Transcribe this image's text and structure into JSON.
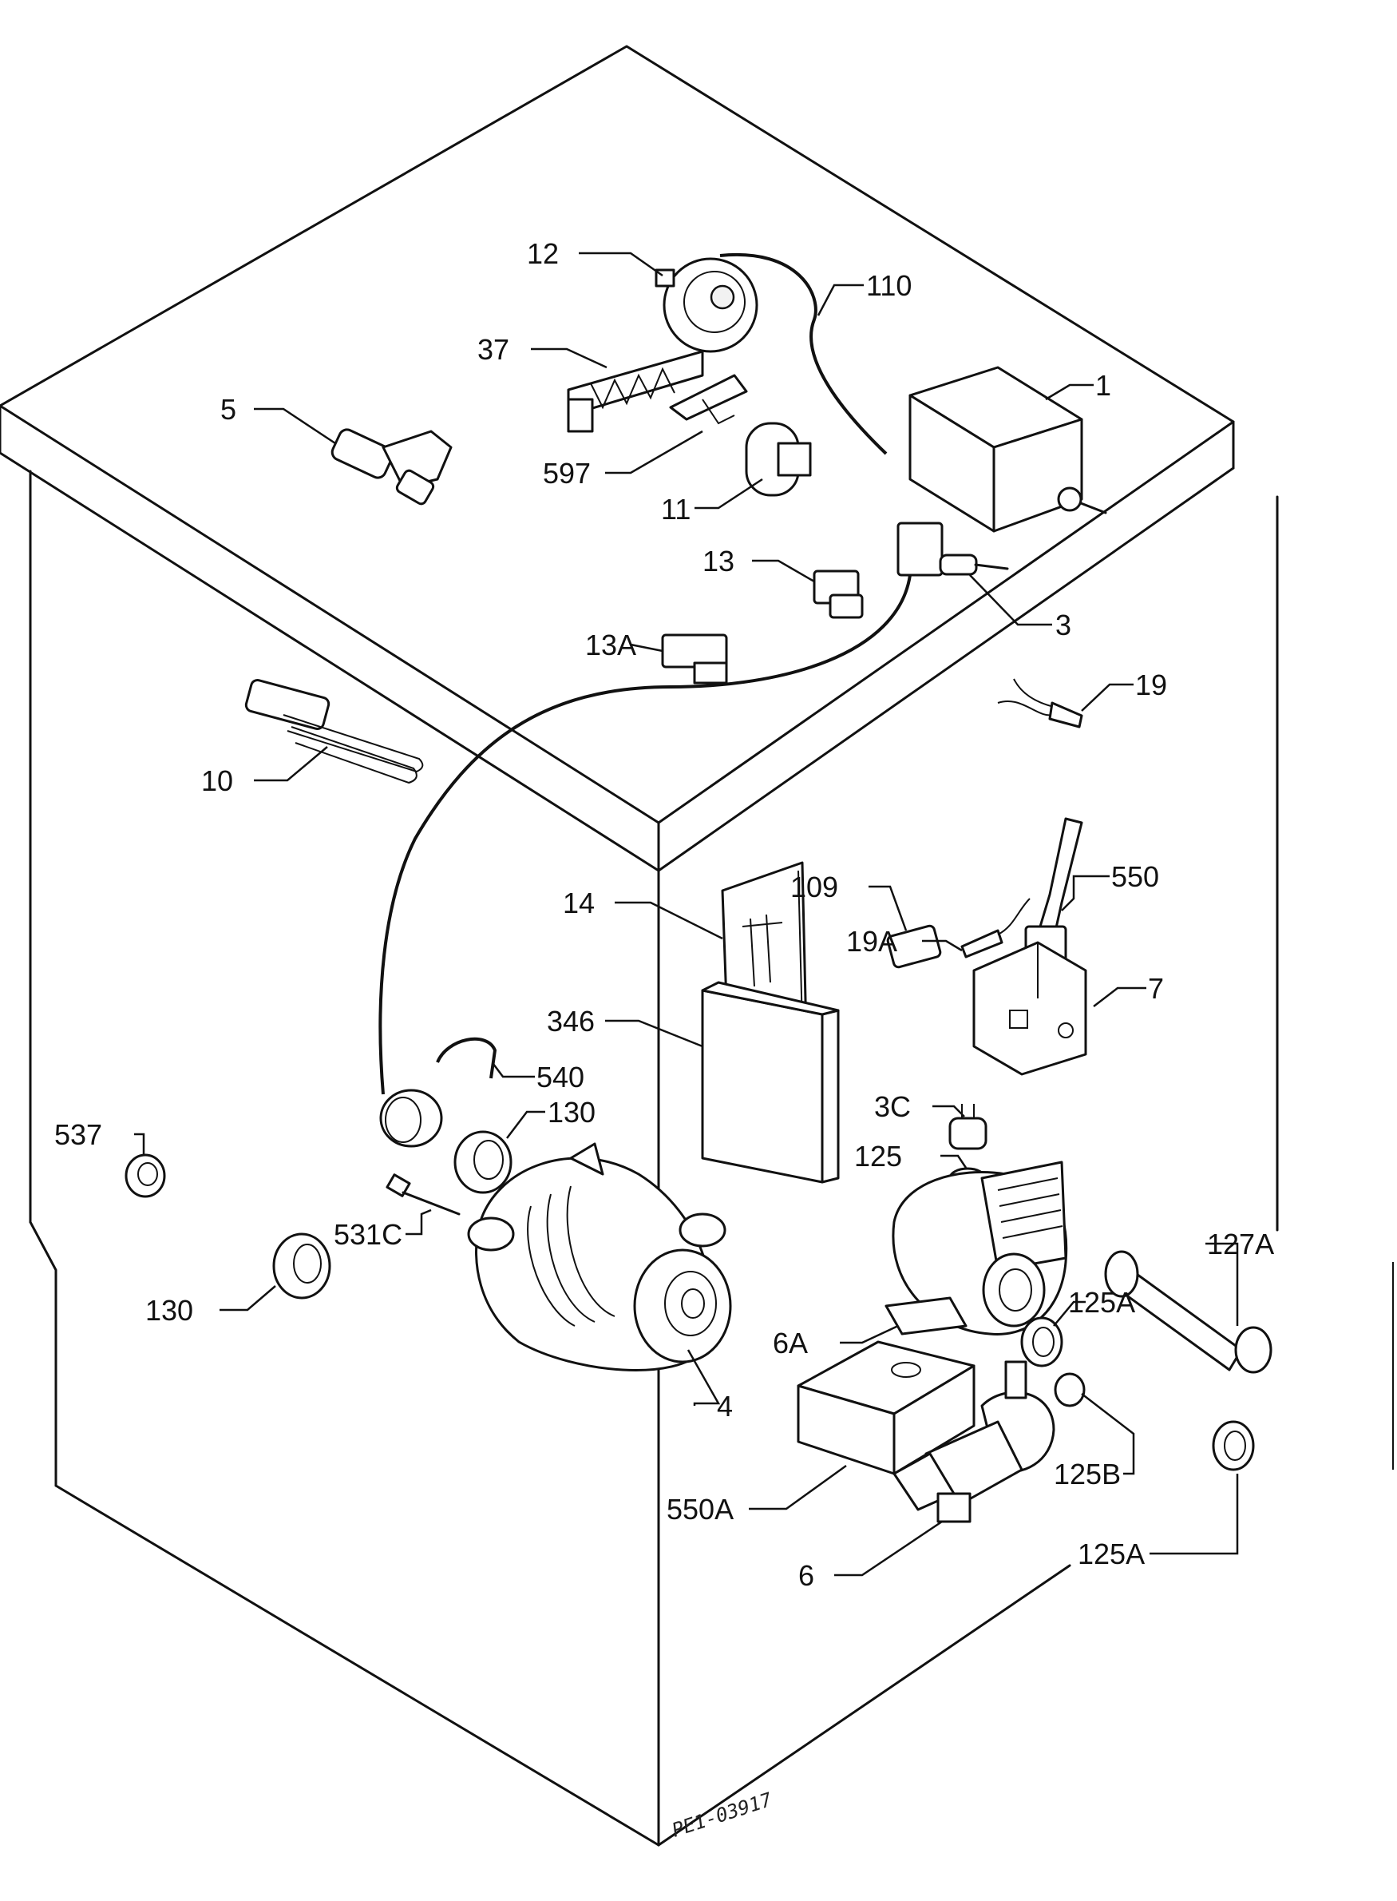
{
  "drawing_code": "PE1-03917",
  "labels": {
    "l12": "12",
    "l110": "110",
    "l37": "37",
    "l5": "5",
    "l1": "1",
    "l597": "597",
    "l11": "11",
    "l13": "13",
    "l3": "3",
    "l13A": "13A",
    "l19": "19",
    "l10": "10",
    "l550": "550",
    "l109": "109",
    "l14": "14",
    "l19A": "19A",
    "l7": "7",
    "l346": "346",
    "l540": "540",
    "l3C": "3C",
    "l130a": "130",
    "l537": "537",
    "l125": "125",
    "l531C": "531C",
    "l127A": "127A",
    "l125A_a": "125A",
    "l130b": "130",
    "l6A": "6A",
    "l4": "4",
    "l125B": "125B",
    "l550A": "550A",
    "l125A_b": "125A",
    "l6": "6"
  }
}
